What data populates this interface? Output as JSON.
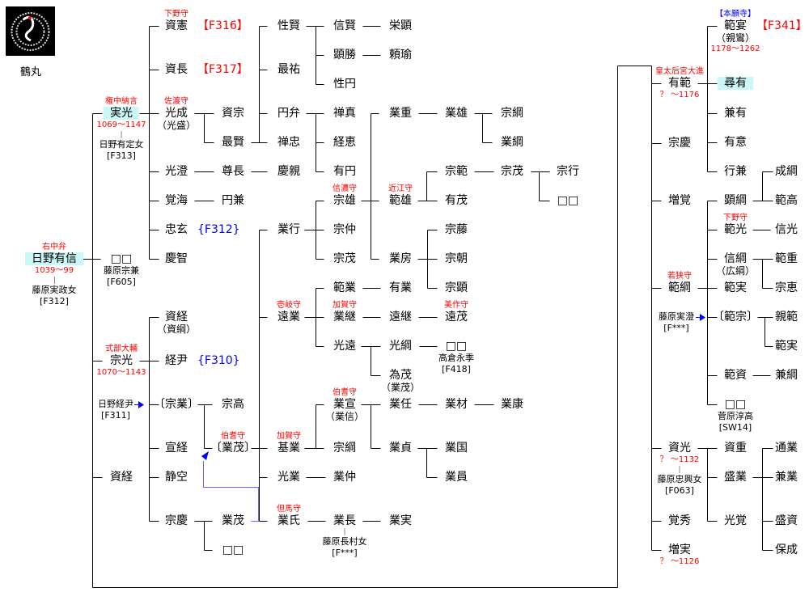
{
  "crest": {
    "label": "鶴丸"
  },
  "annotations": [
    {
      "id": "a1",
      "name": "日野経尹",
      "ref": "[F311]"
    },
    {
      "id": "a2",
      "name": "藤原実澄",
      "ref": "[F***]"
    }
  ],
  "nodes": [
    {
      "id": "arinobu",
      "name": "日野有信",
      "title": "右中弁",
      "dates": "1039～99",
      "spouse": "藤原実政女",
      "spouse_ref": "[F312]",
      "hl": true
    },
    {
      "id": "sanemitsu",
      "name": "実光",
      "title": "権中納言",
      "dates": "1069～1147",
      "spouse": "日野有定女",
      "spouse_ref": "[F313]",
      "hl": true
    },
    {
      "id": "b1",
      "name": "□□",
      "spouse": "藤原宗兼",
      "spouse_ref": "[F605]",
      "nodash": true
    },
    {
      "id": "munemitsu",
      "name": "宗光",
      "title": "式部大輔",
      "dates": "1070～1143"
    },
    {
      "id": "suketsune1",
      "name": "資経"
    },
    {
      "id": "c3a",
      "name": "資憲",
      "title": "下野守",
      "ref": "【F316】"
    },
    {
      "id": "c3b",
      "name": "資長",
      "ref": "【F317】"
    },
    {
      "id": "c3c",
      "name": "光成",
      "title": "佐渡守",
      "alt": "（光盛）"
    },
    {
      "id": "c3d",
      "name": "光澄"
    },
    {
      "id": "c3e",
      "name": "覚海"
    },
    {
      "id": "c3f",
      "name": "忠玄",
      "ref": "{F312}",
      "refblue": true
    },
    {
      "id": "c3g",
      "name": "慶智"
    },
    {
      "id": "c3h",
      "name": "資経",
      "alt": "（資綱）"
    },
    {
      "id": "c3i",
      "name": "経尹",
      "ref": "{F310}",
      "refblue": true
    },
    {
      "id": "c3j",
      "name": "〔宗業〕"
    },
    {
      "id": "c3k",
      "name": "宣経"
    },
    {
      "id": "c3l",
      "name": "静空"
    },
    {
      "id": "c3m",
      "name": "宗慶"
    },
    {
      "id": "c4a",
      "name": "資宗"
    },
    {
      "id": "c4b",
      "name": "最賢"
    },
    {
      "id": "c4c",
      "name": "尊長"
    },
    {
      "id": "c4d",
      "name": "円兼"
    },
    {
      "id": "c4e",
      "name": "宗高"
    },
    {
      "id": "c4f",
      "name": "〔業茂〕",
      "title": "伯耆守"
    },
    {
      "id": "c4g",
      "name": "業茂"
    },
    {
      "id": "c4h",
      "name": "□□"
    },
    {
      "id": "c5a",
      "name": "性賢"
    },
    {
      "id": "c5b",
      "name": "最祐"
    },
    {
      "id": "c5c",
      "name": "円弁"
    },
    {
      "id": "c5d",
      "name": "禅忠"
    },
    {
      "id": "c5e",
      "name": "慶親"
    },
    {
      "id": "c5f",
      "name": "業行"
    },
    {
      "id": "c5g",
      "name": "遠業",
      "title": "壱岐守"
    },
    {
      "id": "c5h",
      "name": "基業",
      "title": "加賀守"
    },
    {
      "id": "c5i",
      "name": "光業"
    },
    {
      "id": "c5j",
      "name": "業氏",
      "title": "但馬守"
    },
    {
      "id": "c6a",
      "name": "信賢"
    },
    {
      "id": "c6b",
      "name": "顕勝"
    },
    {
      "id": "c6c",
      "name": "性円"
    },
    {
      "id": "c6d",
      "name": "禅真"
    },
    {
      "id": "c6e",
      "name": "経恵"
    },
    {
      "id": "c6f",
      "name": "有円"
    },
    {
      "id": "c6g",
      "name": "宗雄",
      "title": "信濃守"
    },
    {
      "id": "c6h",
      "name": "宗仲"
    },
    {
      "id": "c6i",
      "name": "宗茂"
    },
    {
      "id": "c6j",
      "name": "範業"
    },
    {
      "id": "c6k",
      "name": "業継",
      "title": "加賀守"
    },
    {
      "id": "c6l",
      "name": "光遠"
    },
    {
      "id": "c6m",
      "name": "業宣",
      "title": "伯耆守",
      "alt": "（業信）"
    },
    {
      "id": "c6n",
      "name": "宗綱"
    },
    {
      "id": "c6o",
      "name": "業仲"
    },
    {
      "id": "c6p",
      "name": "業長",
      "spouse": "藤原長村女",
      "spouse_ref": "[F***]"
    },
    {
      "id": "c7a",
      "name": "栄顕"
    },
    {
      "id": "c7b",
      "name": "頼瑜"
    },
    {
      "id": "c7c",
      "name": "業重"
    },
    {
      "id": "c7d",
      "name": "範雄",
      "title": "近江守"
    },
    {
      "id": "c7e",
      "name": "業房"
    },
    {
      "id": "c7f",
      "name": "有業"
    },
    {
      "id": "c7g",
      "name": "遠継"
    },
    {
      "id": "c7h",
      "name": "光綱"
    },
    {
      "id": "c7i",
      "name": "為茂",
      "alt": "（業茂）"
    },
    {
      "id": "c7j",
      "name": "業任"
    },
    {
      "id": "c7k",
      "name": "業貞"
    },
    {
      "id": "c7l",
      "name": "業実"
    },
    {
      "id": "c8a",
      "name": "業雄"
    },
    {
      "id": "c8b",
      "name": "宗範"
    },
    {
      "id": "c8c",
      "name": "有茂"
    },
    {
      "id": "c8d",
      "name": "宗藤"
    },
    {
      "id": "c8e",
      "name": "宗朝"
    },
    {
      "id": "c8f",
      "name": "宗顕"
    },
    {
      "id": "c8g",
      "name": "遠茂",
      "title": "美作守"
    },
    {
      "id": "c8h",
      "name": "□□",
      "spouse": "高倉永季",
      "spouse_ref": "[F418]",
      "nodash": true
    },
    {
      "id": "c8i",
      "name": "業材"
    },
    {
      "id": "c8j",
      "name": "業国"
    },
    {
      "id": "c8k",
      "name": "業員"
    },
    {
      "id": "c9a",
      "name": "宗綱"
    },
    {
      "id": "c9b",
      "name": "業綱"
    },
    {
      "id": "c9c",
      "name": "宗茂"
    },
    {
      "id": "c9d",
      "name": "業康"
    },
    {
      "id": "c10a",
      "name": "宗行"
    },
    {
      "id": "c10b",
      "name": "□□"
    },
    {
      "id": "ra1",
      "name": "有範",
      "title": "皇太后宮大進",
      "dates": "？ ～1176"
    },
    {
      "id": "ra2",
      "name": "宗慶"
    },
    {
      "id": "ra3",
      "name": "増覚"
    },
    {
      "id": "ra4",
      "name": "範綱",
      "title": "若狭守"
    },
    {
      "id": "ra5",
      "name": "資光",
      "dates": "？ ～1132",
      "spouse": "藤原忠興女",
      "spouse_ref": "[F063]"
    },
    {
      "id": "ra6",
      "name": "覚秀"
    },
    {
      "id": "ra7",
      "name": "増実",
      "dates": "？ ～1126"
    },
    {
      "id": "rb1",
      "name": "範宴",
      "title": "【本願寺】",
      "titleblue": true,
      "ref": "【F341】",
      "alt": "（親鸞）",
      "dates": "1178～1262"
    },
    {
      "id": "rb2",
      "name": "尋有",
      "hl": true
    },
    {
      "id": "rb3",
      "name": "兼有"
    },
    {
      "id": "rb4",
      "name": "有意"
    },
    {
      "id": "rb5",
      "name": "行兼"
    },
    {
      "id": "rb6",
      "name": "顕綱"
    },
    {
      "id": "rb7",
      "name": "範光",
      "title": "下野守"
    },
    {
      "id": "rb8",
      "name": "信綱",
      "alt": "（広綱）"
    },
    {
      "id": "rb9",
      "name": "範実"
    },
    {
      "id": "rb10",
      "name": "〔範宗〕"
    },
    {
      "id": "rb11",
      "name": "範資"
    },
    {
      "id": "rb12",
      "name": "□□",
      "spouse": "菅原淳高",
      "spouse_ref": "[SW14]",
      "nodash": true
    },
    {
      "id": "rb13",
      "name": "資重"
    },
    {
      "id": "rb14",
      "name": "盛業"
    },
    {
      "id": "rb15",
      "name": "光覚"
    },
    {
      "id": "rc1",
      "name": "成綱"
    },
    {
      "id": "rc2",
      "name": "範高"
    },
    {
      "id": "rc3",
      "name": "信光"
    },
    {
      "id": "rc4",
      "name": "範重"
    },
    {
      "id": "rc5",
      "name": "宗恵"
    },
    {
      "id": "rc6",
      "name": "親範"
    },
    {
      "id": "rc7",
      "name": "範実"
    },
    {
      "id": "rc8",
      "name": "兼綱"
    },
    {
      "id": "rc9",
      "name": "通業"
    },
    {
      "id": "rc10",
      "name": "兼業"
    },
    {
      "id": "rc11",
      "name": "盛資"
    },
    {
      "id": "rc12",
      "name": "保成"
    }
  ],
  "colors": {
    "title": "#ff0000",
    "link": "#0000ff",
    "highlight": "#ccf7f7"
  }
}
